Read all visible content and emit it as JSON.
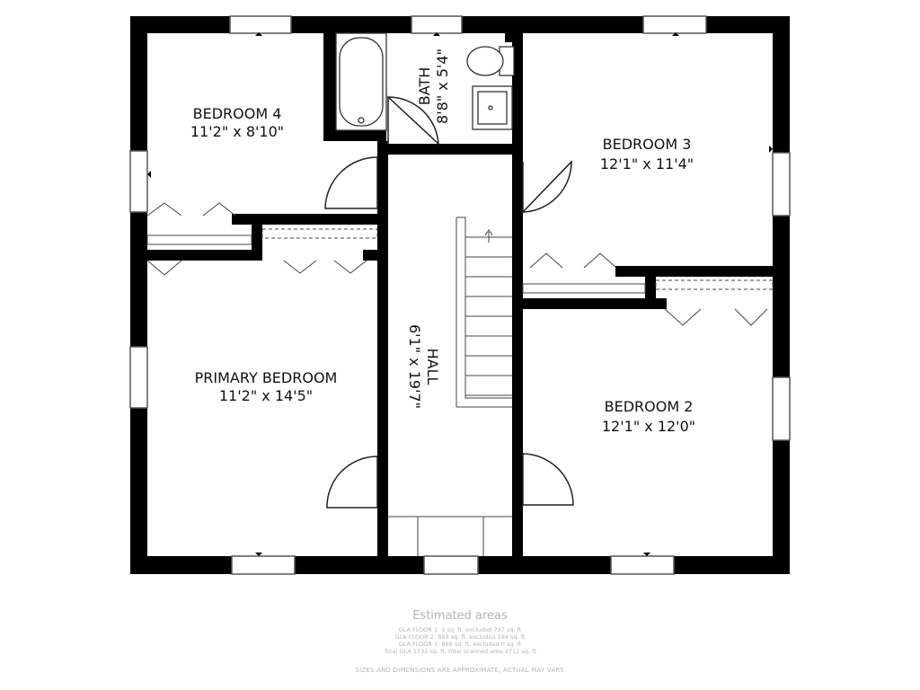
{
  "rooms": [
    {
      "id": "bedroom4",
      "name": "BEDROOM 4",
      "dims": "11'2\" x 8'10\""
    },
    {
      "id": "bath",
      "name": "BATH",
      "dims": "8'8\" x 5'4\""
    },
    {
      "id": "bedroom3",
      "name": "BEDROOM 3",
      "dims": "12'1\" x 11'4\""
    },
    {
      "id": "primary",
      "name": "PRIMARY BEDROOM",
      "dims": "11'2\" x 14'5\""
    },
    {
      "id": "hall",
      "name": "HALL",
      "dims": "6'1\" x 19'7\""
    },
    {
      "id": "bedroom2",
      "name": "BEDROOM 2",
      "dims": "12'1\" x 12'0\""
    }
  ],
  "footer": {
    "title": "Estimated areas",
    "lines": [
      "GLA FLOOR 1: 0 sq. ft, excluded 797 sq. ft",
      "GLA FLOOR 2: 863 sq. ft, excluded 184 sq. ft",
      "GLA FLOOR 3: 868 sq. ft, excluded 0 sq. ft",
      "Total GLA 1731 sq. ft, total scanned area 2712 sq. ft"
    ],
    "note": "SIZES AND DIMENSIONS ARE APPROXIMATE, ACTUAL MAY VARY."
  },
  "colors": {
    "wall": "#000000",
    "fixture": "#333333",
    "footer_text": "#b4b4b4"
  }
}
